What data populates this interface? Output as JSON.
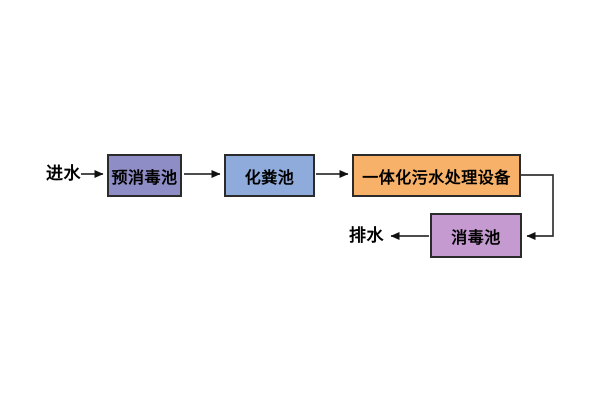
{
  "diagram": {
    "background": "#ffffff",
    "inlet_label": "进水",
    "outlet_label": "排水",
    "nodes": [
      {
        "id": "pre-disinfection-tank",
        "label": "预消毒池",
        "fill": "#8f8dc5"
      },
      {
        "id": "septic-tank",
        "label": "化粪池",
        "fill": "#8fabdc"
      },
      {
        "id": "integrated-treatment-equipment",
        "label": "一体化污水处理设备",
        "fill": "#f7b168"
      },
      {
        "id": "disinfection-tank",
        "label": "消毒池",
        "fill": "#c49ad0"
      }
    ],
    "flow": [
      "进水 → 预消毒池",
      "预消毒池 → 化粪池",
      "化粪池 → 一体化污水处理设备",
      "一体化污水处理设备 → 消毒池",
      "消毒池 → 排水"
    ],
    "colors": {
      "node_border": "#2b2b2b",
      "arrow_line": "#333333",
      "arrow_head": "#111111",
      "text": "#000000"
    }
  }
}
